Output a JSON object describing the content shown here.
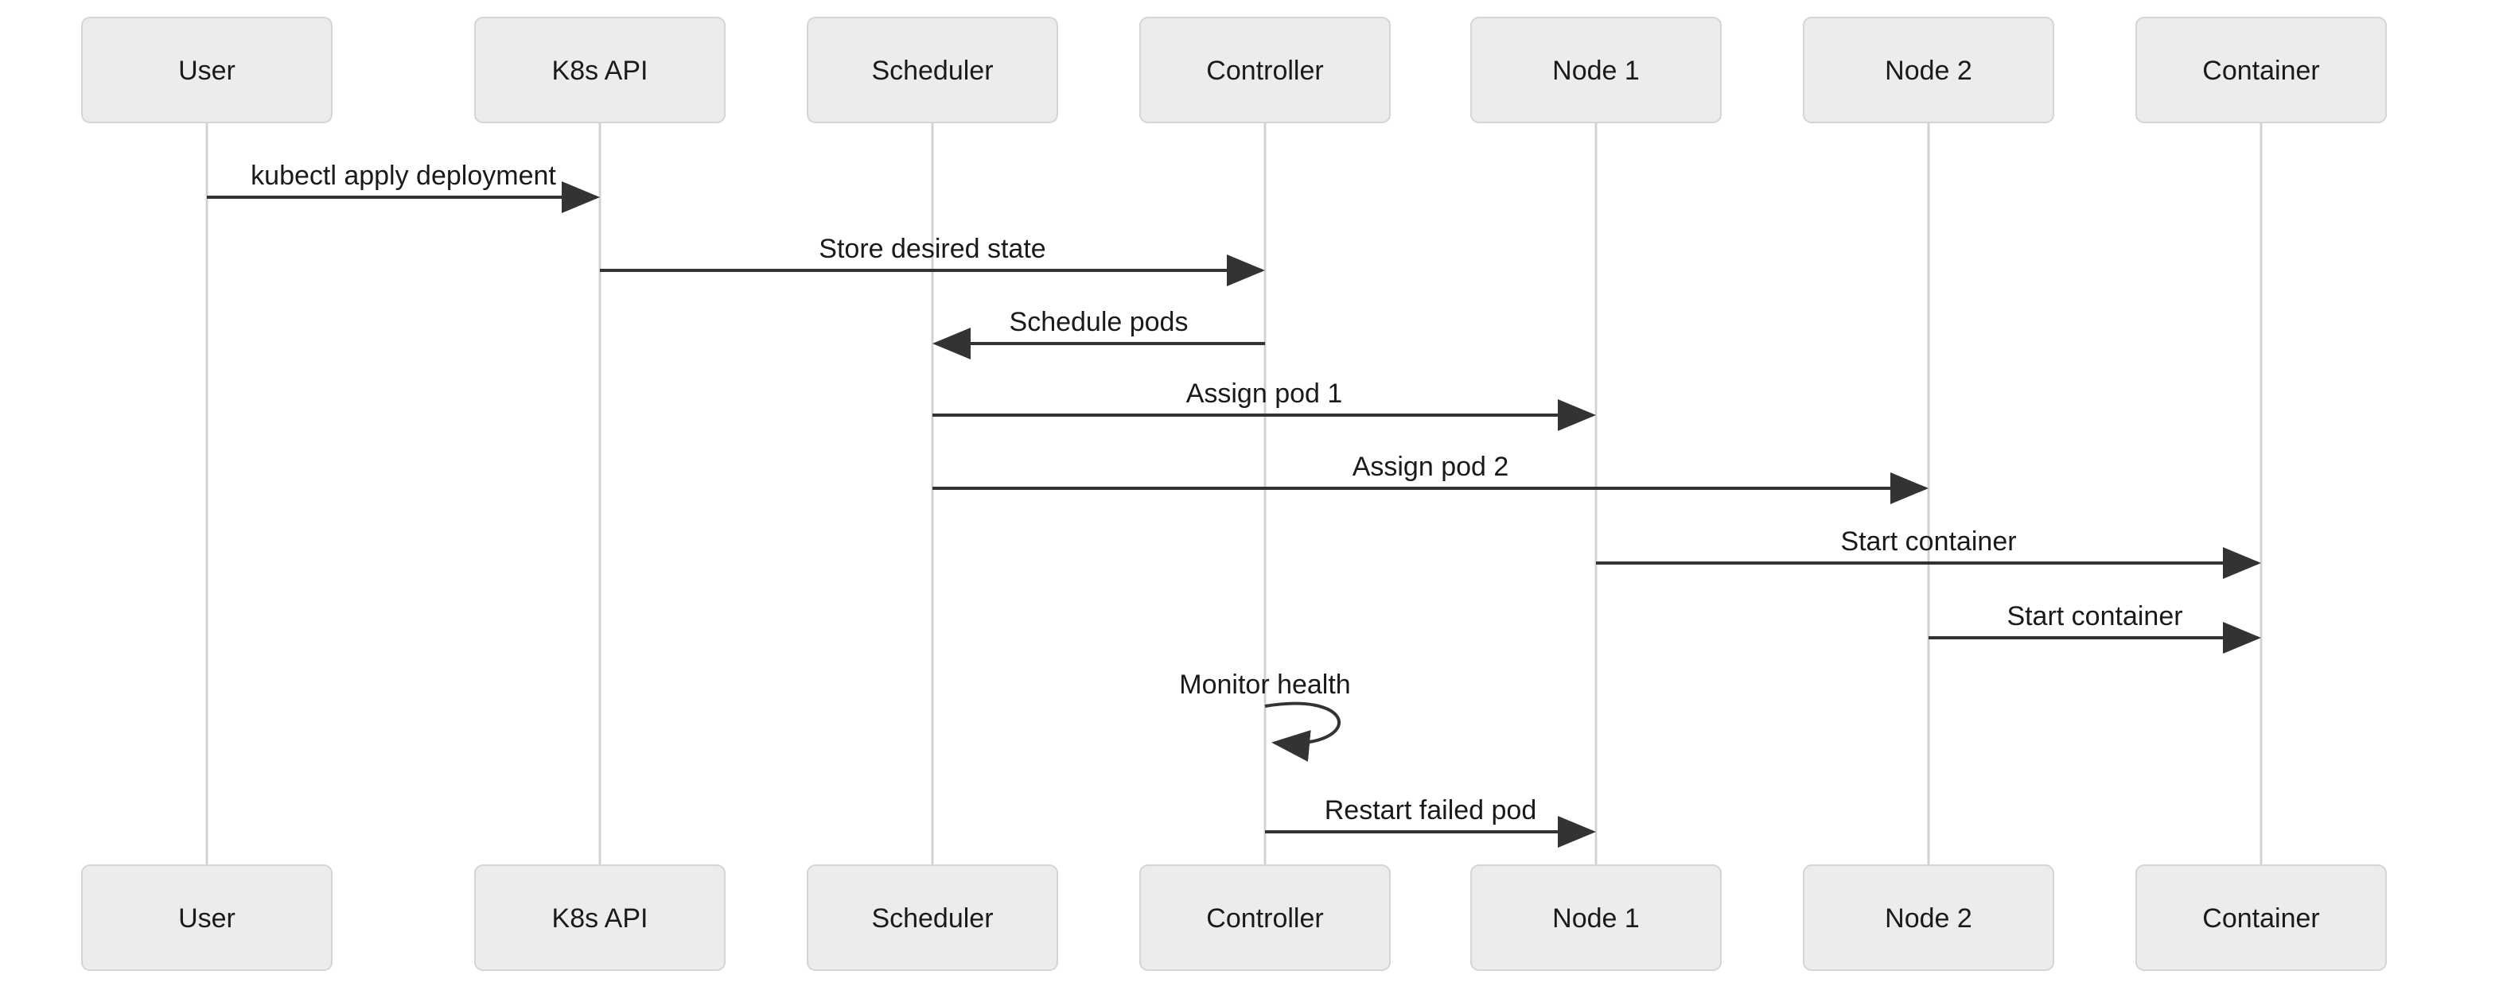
{
  "diagram": {
    "type": "sequence-diagram",
    "actors": [
      {
        "id": "user",
        "label": "User"
      },
      {
        "id": "k8s-api",
        "label": "K8s API"
      },
      {
        "id": "scheduler",
        "label": "Scheduler"
      },
      {
        "id": "controller",
        "label": "Controller"
      },
      {
        "id": "node-1",
        "label": "Node 1"
      },
      {
        "id": "node-2",
        "label": "Node 2"
      },
      {
        "id": "container",
        "label": "Container"
      }
    ],
    "messages": [
      {
        "from": "User",
        "to": "K8s API",
        "label": "kubectl apply deployment",
        "type": "solid-arrow"
      },
      {
        "from": "K8s API",
        "to": "Controller",
        "label": "Store desired state",
        "type": "solid-arrow"
      },
      {
        "from": "Controller",
        "to": "Scheduler",
        "label": "Schedule pods",
        "type": "solid-arrow"
      },
      {
        "from": "Scheduler",
        "to": "Node 1",
        "label": "Assign pod 1",
        "type": "solid-arrow"
      },
      {
        "from": "Scheduler",
        "to": "Node 2",
        "label": "Assign pod 2",
        "type": "solid-arrow"
      },
      {
        "from": "Node 1",
        "to": "Container",
        "label": "Start container",
        "type": "solid-arrow"
      },
      {
        "from": "Node 2",
        "to": "Container",
        "label": "Start container",
        "type": "solid-arrow"
      },
      {
        "from": "Controller",
        "to": "Controller",
        "label": "Monitor health",
        "type": "self-loop"
      },
      {
        "from": "Controller",
        "to": "Node 1",
        "label": "Restart failed pod",
        "type": "solid-arrow"
      }
    ],
    "colors": {
      "background": "#ffffff",
      "actor_fill": "#ececec",
      "actor_border": "#d5d5d5",
      "lifeline": "#d0d0d0",
      "message_line": "#333333",
      "text_color": "#1a1a1a"
    }
  }
}
